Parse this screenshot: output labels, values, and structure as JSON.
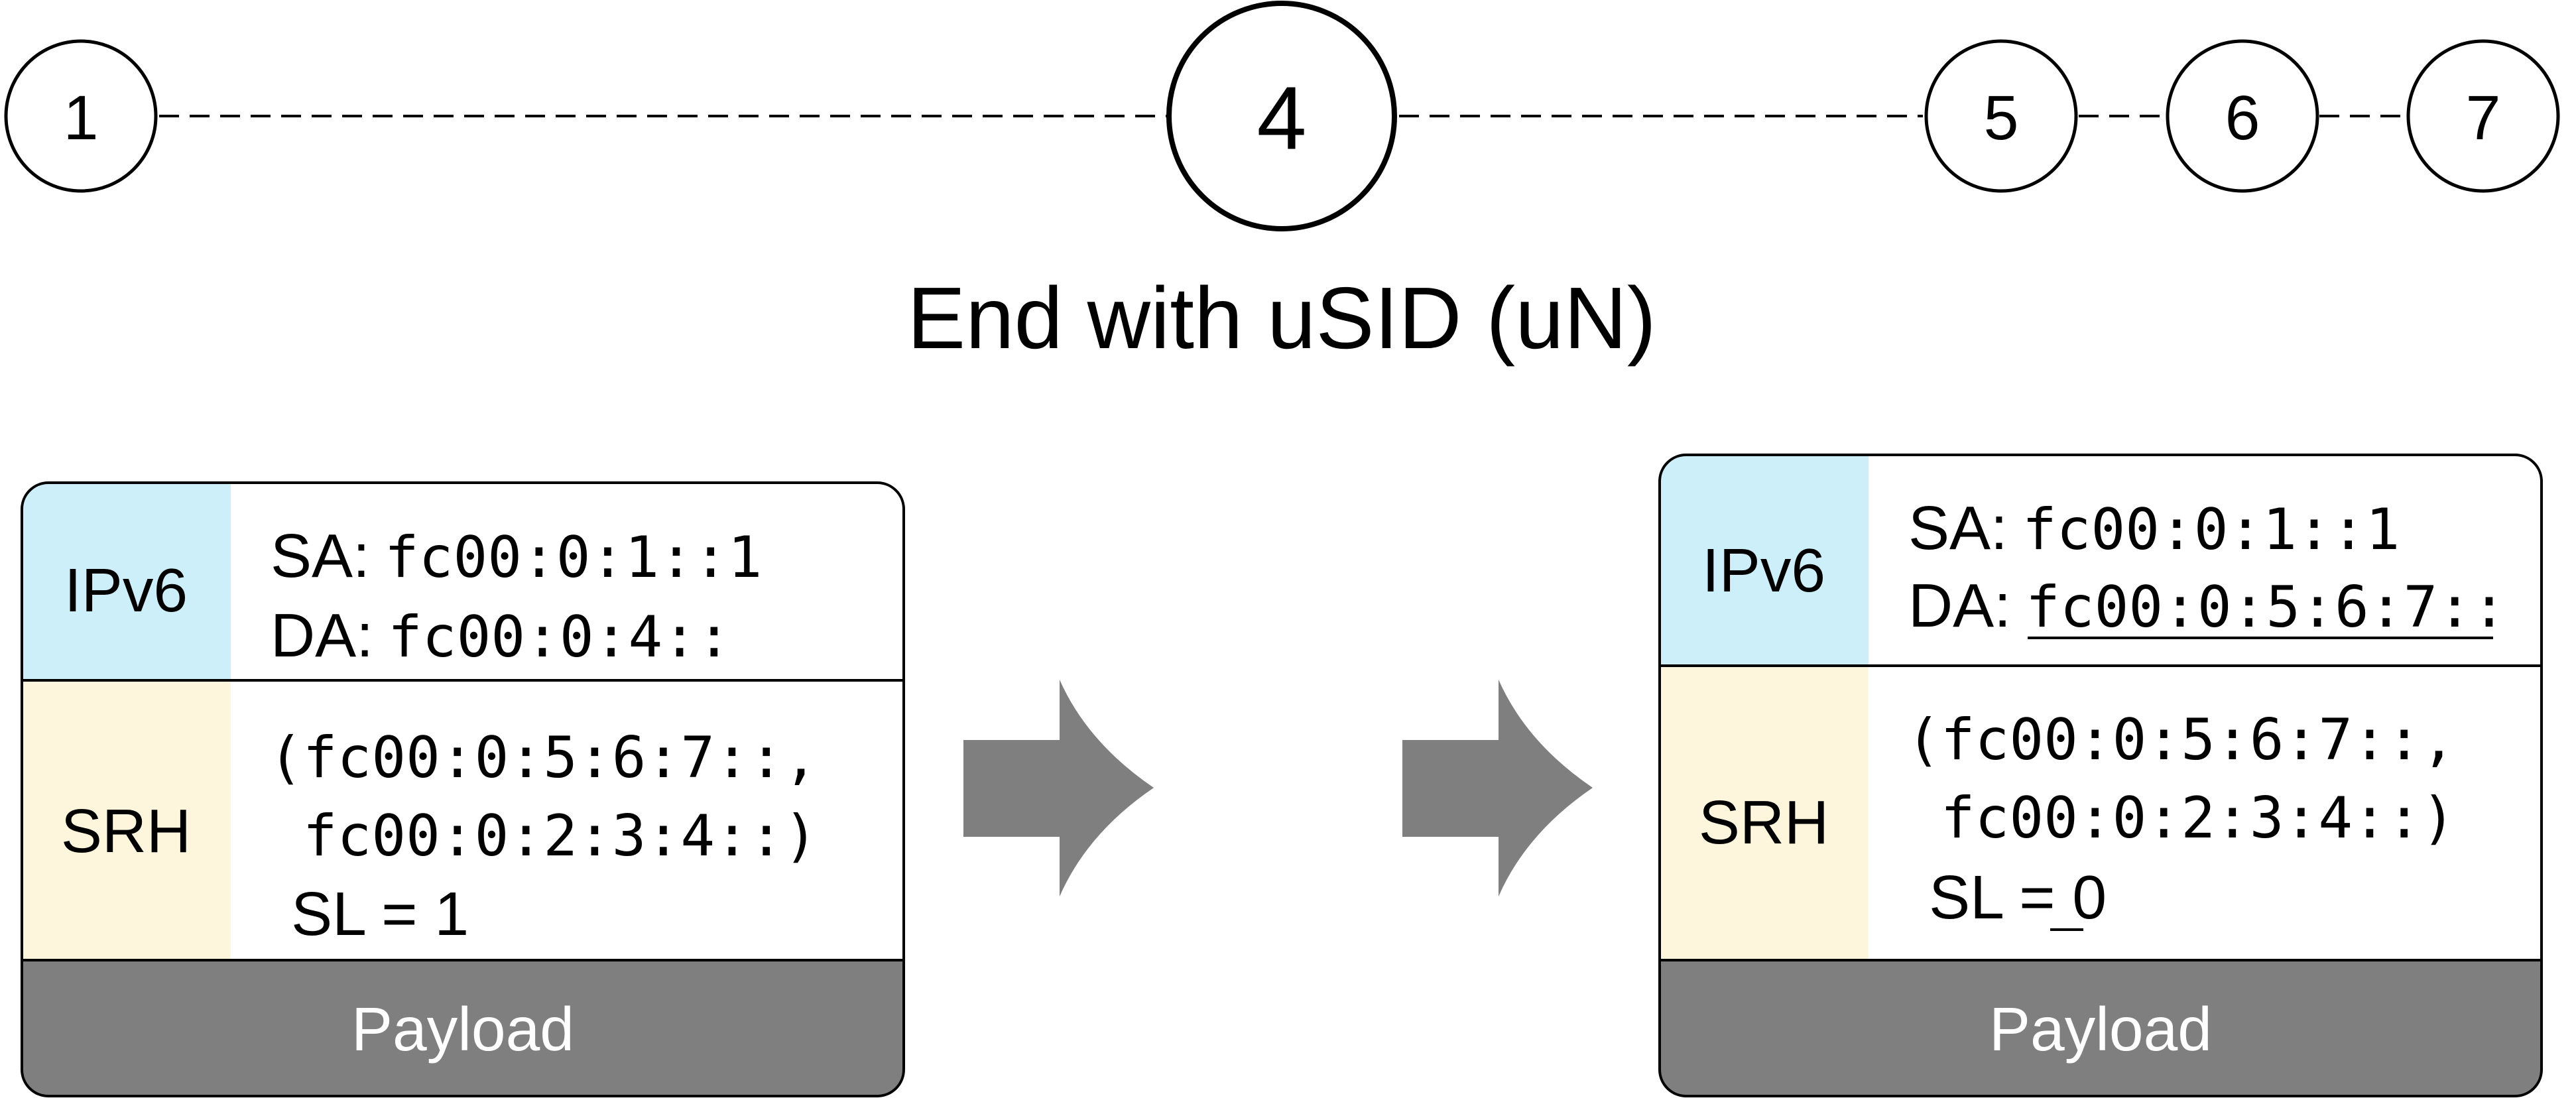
{
  "nodes": {
    "n1": "1",
    "n4": "4",
    "n5": "5",
    "n6": "6",
    "n7": "7"
  },
  "title": "End with uSID (uN)",
  "left_packet": {
    "ipv6_label": "IPv6",
    "sa_label": "SA:",
    "sa_value": "fc00:0:1::1",
    "da_label": "DA:",
    "da_value": "fc00:0:4::",
    "srh_label": "SRH",
    "srh_line1": "(fc00:0:5:6:7::,",
    "srh_line2": " fc00:0:2:3:4::)",
    "sl_label": "SL = ",
    "sl_value": "1",
    "payload_label": "Payload"
  },
  "right_packet": {
    "ipv6_label": "IPv6",
    "sa_label": "SA:",
    "sa_value": "fc00:0:1::1",
    "da_label": "DA:",
    "da_value": "fc00:0:5:6:7::",
    "srh_label": "SRH",
    "srh_line1": "(fc00:0:5:6:7::,",
    "srh_line2": " fc00:0:2:3:4::)",
    "sl_label": "SL = ",
    "sl_value": "0",
    "payload_label": "Payload"
  },
  "colors": {
    "ipv6": "#cdeffa",
    "srh": "#fdf5dc",
    "payload": "#7f7f7f",
    "arrow": "#7f7f7f"
  }
}
